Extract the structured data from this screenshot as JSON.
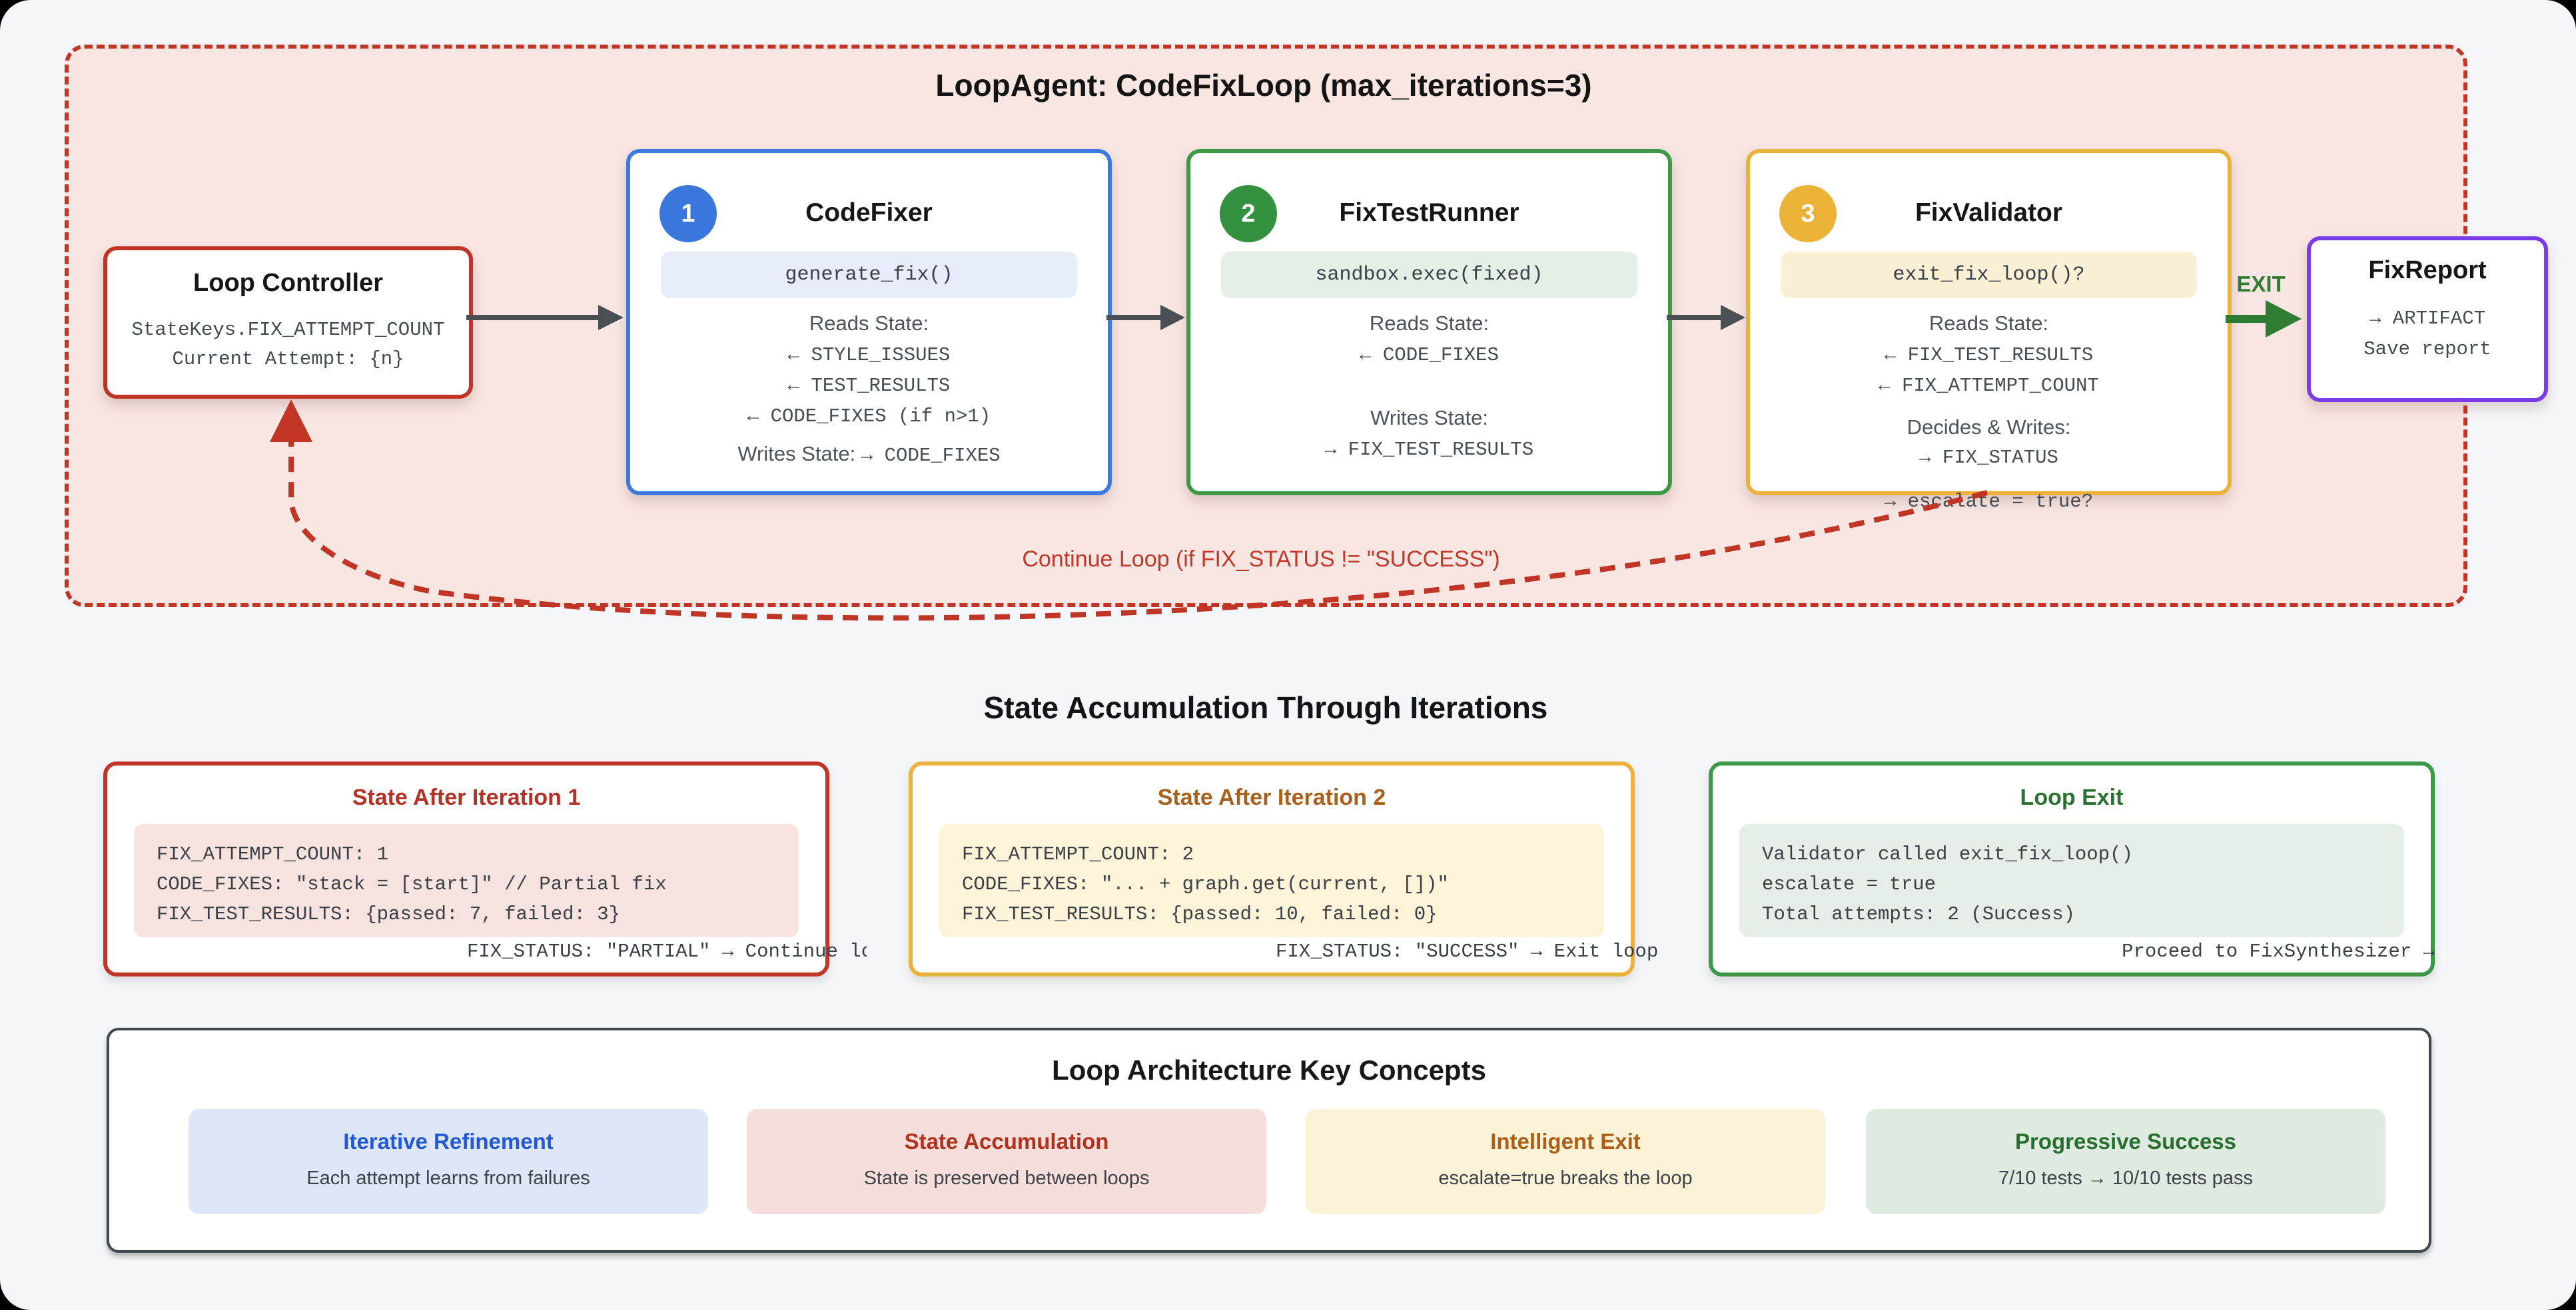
{
  "loop": {
    "title": "LoopAgent: CodeFixLoop (max_iterations=3)",
    "continue_label": "Continue Loop (if FIX_STATUS != \"SUCCESS\")",
    "exit_label": "EXIT",
    "controller": {
      "title": "Loop Controller",
      "line1": "StateKeys.FIX_ATTEMPT_COUNT",
      "line2": "Current Attempt: {n}"
    },
    "nodes": [
      {
        "number": "1",
        "title": "CodeFixer",
        "pill": "generate_fix()",
        "reads_label": "Reads State:",
        "reads": [
          "← STYLE_ISSUES",
          "← TEST_RESULTS",
          "← CODE_FIXES (if n>1)"
        ],
        "writes_label": "Writes State:",
        "writes_inline": "→ CODE_FIXES"
      },
      {
        "number": "2",
        "title": "FixTestRunner",
        "pill": "sandbox.exec(fixed)",
        "reads_label": "Reads State:",
        "reads": [
          "← CODE_FIXES"
        ],
        "writes_label": "Writes State:",
        "writes": [
          "→ FIX_TEST_RESULTS"
        ]
      },
      {
        "number": "3",
        "title": "FixValidator",
        "pill": "exit_fix_loop()?",
        "reads_label": "Reads State:",
        "reads": [
          "← FIX_TEST_RESULTS",
          "← FIX_ATTEMPT_COUNT"
        ],
        "writes_label": "Decides & Writes:",
        "writes": [
          "→ FIX_STATUS",
          "→ escalate = true?"
        ]
      }
    ],
    "report": {
      "title": "FixReport",
      "line1": "→ ARTIFACT",
      "line2": "Save report"
    },
    "colors": {
      "container_border": "#c13527",
      "container_bg": "#f8e6e2",
      "node1_accent": "#3b7ae0",
      "node2_accent": "#3c9a47",
      "node3_accent": "#eab23c",
      "report_accent": "#7a3bea",
      "exit_green": "#2e7d32",
      "arrow_gray": "#4a4f54"
    }
  },
  "states": {
    "title": "State Accumulation Through Iterations",
    "boxes": [
      {
        "title": "State After Iteration 1",
        "code": [
          "FIX_ATTEMPT_COUNT: 1",
          "CODE_FIXES: \"stack = [start]\" // Partial fix",
          "FIX_TEST_RESULTS: {passed: 7, failed: 3}"
        ],
        "footer": "FIX_STATUS: \"PARTIAL\" → Continue loop",
        "accent": "#c13527"
      },
      {
        "title": "State After Iteration 2",
        "code": [
          "FIX_ATTEMPT_COUNT: 2",
          "CODE_FIXES: \"... + graph.get(current, [])\"",
          "FIX_TEST_RESULTS: {passed: 10, failed: 0}"
        ],
        "footer": "FIX_STATUS: \"SUCCESS\" → Exit loop",
        "accent": "#eab23c"
      },
      {
        "title": "Loop Exit",
        "code": [
          "Validator called exit_fix_loop()",
          "escalate = true",
          "Total attempts: 2 (Success)"
        ],
        "footer": "Proceed to FixSynthesizer →",
        "accent": "#3c9a47"
      }
    ]
  },
  "concepts": {
    "title": "Loop Architecture Key Concepts",
    "cards": [
      {
        "title": "Iterative Refinement",
        "desc": "Each attempt learns from failures",
        "accent": "#2457d6",
        "bg": "#dee7f8"
      },
      {
        "title": "State Accumulation",
        "desc": "State is preserved between loops",
        "accent": "#b1311f",
        "bg": "#f6dfda"
      },
      {
        "title": "Intelligent Exit",
        "desc": "escalate=true breaks the loop",
        "accent": "#ad5e16",
        "bg": "#fbf2d7"
      },
      {
        "title": "Progressive Success",
        "desc": "7/10 tests → 10/10 tests pass",
        "accent": "#276e2e",
        "bg": "#dfeae1"
      }
    ]
  }
}
